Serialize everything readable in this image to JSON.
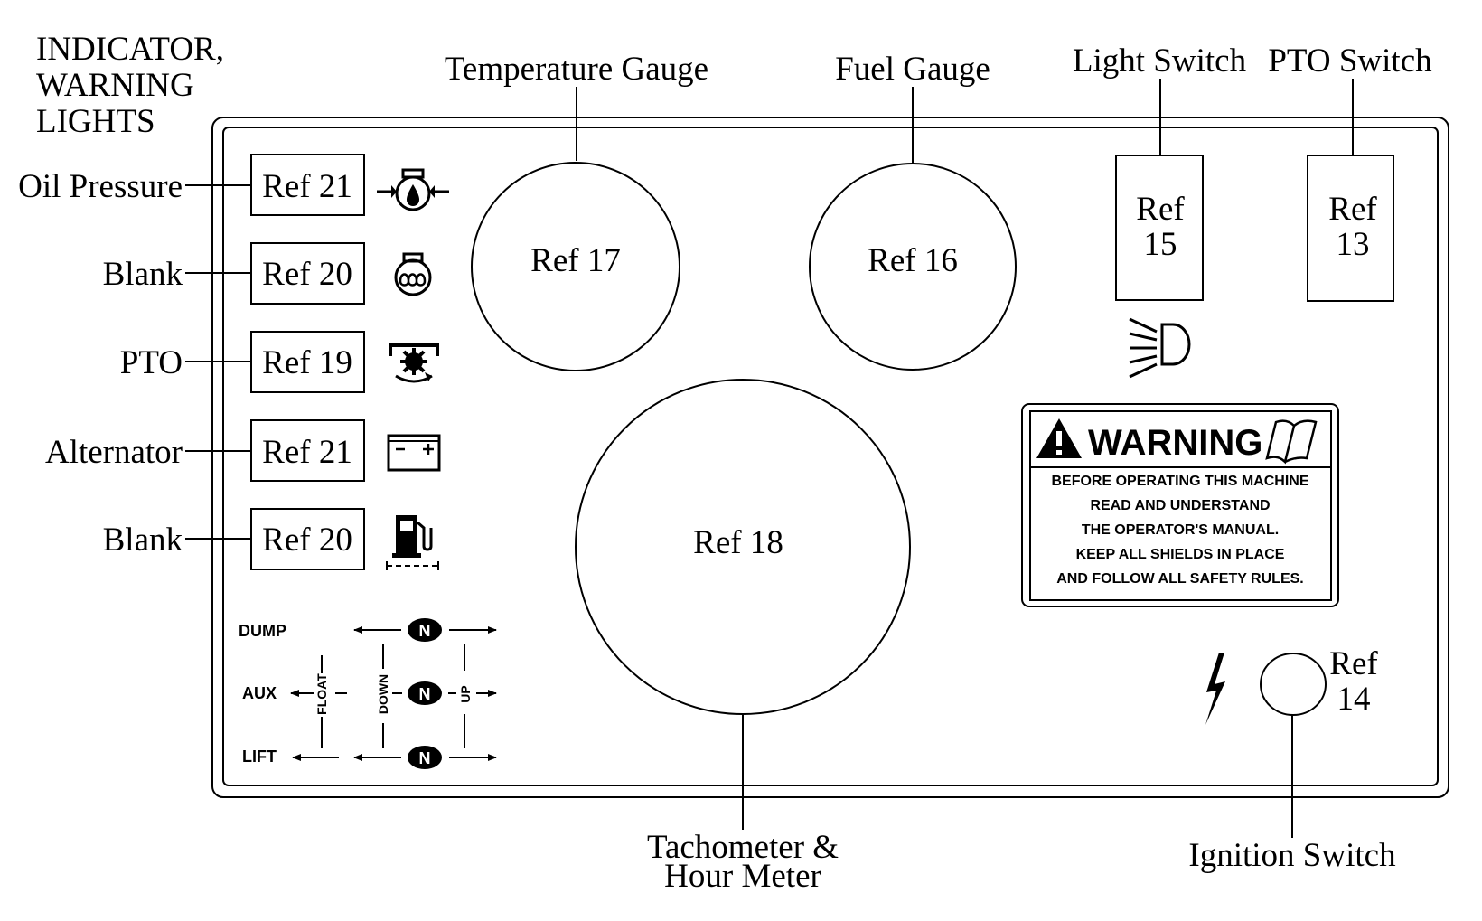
{
  "header": {
    "indicator_lines": [
      "INDICATOR,",
      "WARNING",
      "LIGHTS"
    ]
  },
  "callouts": {
    "temperature_gauge": "Temperature Gauge",
    "fuel_gauge": "Fuel Gauge",
    "light_switch": "Light Switch",
    "pto_switch": "PTO Switch",
    "tachometer_lines": [
      "Tachometer &",
      "Hour Meter"
    ],
    "ignition_switch": "Ignition Switch"
  },
  "indicators": [
    {
      "label": "Oil Pressure",
      "ref": "Ref 21",
      "icon": "oil-pressure-icon"
    },
    {
      "label": "Blank",
      "ref": "Ref 20",
      "icon": "glow-plug-icon"
    },
    {
      "label": "PTO",
      "ref": "Ref 19",
      "icon": "pto-icon"
    },
    {
      "label": "Alternator",
      "ref": "Ref 21",
      "icon": "battery-icon"
    },
    {
      "label": "Blank",
      "ref": "Ref 20",
      "icon": "fuel-pump-icon"
    }
  ],
  "gauges": {
    "temperature": "Ref 17",
    "fuel": "Ref 16",
    "tachometer": "Ref 18"
  },
  "switches": {
    "light": [
      "Ref",
      "15"
    ],
    "pto": [
      "Ref",
      "13"
    ],
    "ignition": [
      "Ref",
      "14"
    ]
  },
  "warning": {
    "title": "WARNING",
    "lines": [
      "BEFORE OPERATING THIS MACHINE",
      "READ AND UNDERSTAND",
      "THE OPERATOR'S MANUAL.",
      "KEEP ALL SHIELDS IN PLACE",
      "AND FOLLOW ALL SAFETY RULES."
    ]
  },
  "controls": {
    "rows": [
      "DUMP",
      "AUX",
      "LIFT"
    ],
    "float": "FLOAT",
    "down": "DOWN",
    "up": "UP",
    "neutral": "N"
  },
  "icons": [
    "oil-pressure-icon",
    "glow-plug-icon",
    "pto-icon",
    "battery-icon",
    "fuel-pump-icon",
    "headlight-icon",
    "lightning-icon",
    "warning-triangle-icon",
    "manual-book-icon"
  ]
}
